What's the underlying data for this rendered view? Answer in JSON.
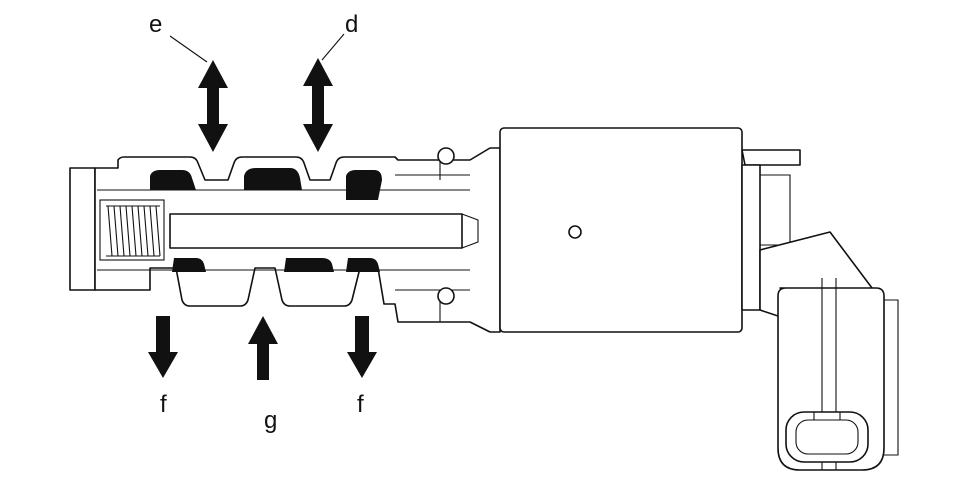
{
  "figure": {
    "labels": {
      "e": "e",
      "d": "d",
      "f_left": "f",
      "g": "g",
      "f_right": "f"
    },
    "colors": {
      "line": "#111111",
      "background": "#ffffff"
    }
  }
}
